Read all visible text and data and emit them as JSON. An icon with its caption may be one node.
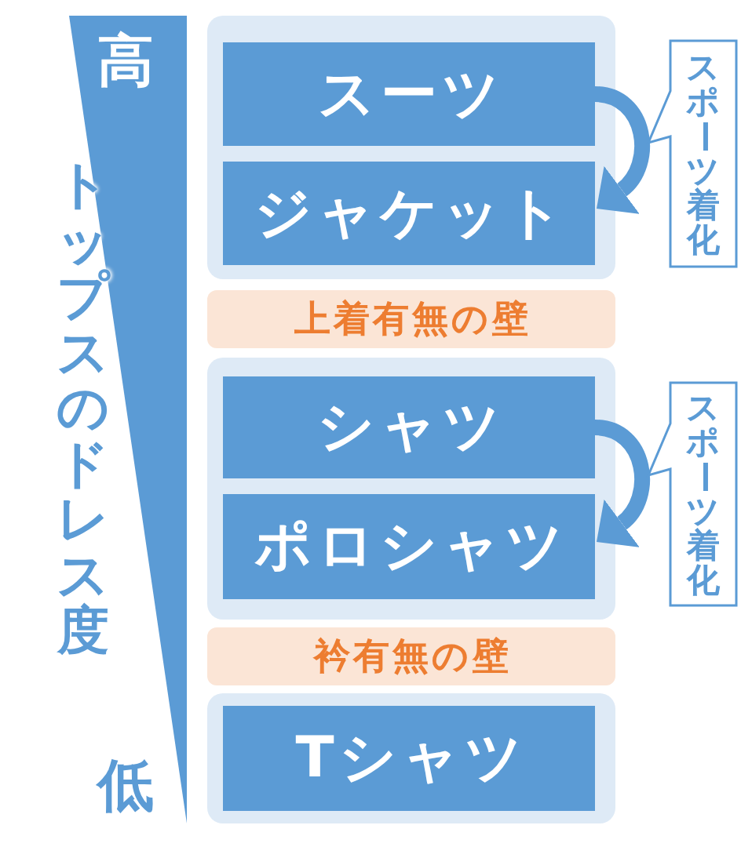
{
  "diagram": {
    "nodes": [
      {
        "text": [],
        "shape": "box"
      },
      {
        "text": [
          "スーツ"
        ],
        "in": 0
      },
      {
        "text": [
          "ジャケット"
        ],
        "in": 0
      },
      {
        "text": [
          "スポーツ着化"
        ]
      },
      {
        "text": [
          "上着有無の壁"
        ]
      },
      {
        "text": [],
        "shape": "box"
      },
      {
        "text": [
          "シャツ"
        ],
        "in": 5
      },
      {
        "text": [
          "ポロシャツ"
        ],
        "in": 5
      },
      {
        "text": [
          "スポーツ着化"
        ]
      },
      {
        "text": [
          "衿有無の壁"
        ]
      },
      {
        "text": [],
        "shape": "box"
      },
      {
        "text": [
          "Tシャツ"
        ],
        "in": 10
      }
    ],
    "edges": [
      {
        "from": 1,
        "to": 2,
        "arrow": "to"
      },
      {
        "from": 6,
        "to": 7,
        "arrow": "to"
      }
    ],
    "labels": [
      "高",
      "トップスのドレス度",
      "低"
    ]
  }
}
